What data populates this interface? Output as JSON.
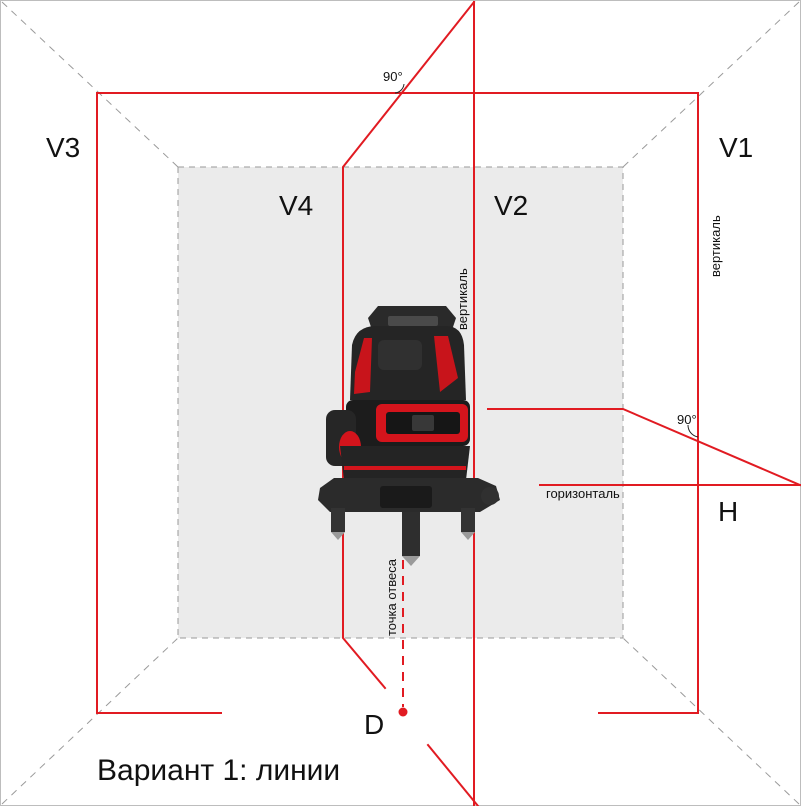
{
  "labels": {
    "v1": "V1",
    "v2": "V2",
    "v3": "V3",
    "v4": "V4",
    "h": "H",
    "d": "D",
    "angle_top": "90°",
    "angle_right": "90°",
    "vertical_right": "вертикаль",
    "vertical_center": "вертикаль",
    "horizontal": "горизонталь",
    "plumb_point": "точка отвеса"
  },
  "caption": "Вариант 1: линии",
  "colors": {
    "laser": "#e11b22",
    "wall": "#ebebeb",
    "guide": "#9a9a9a",
    "device_body": "#222222",
    "device_accent": "#d4141c"
  },
  "icons": {
    "device": "laser-level-icon"
  }
}
